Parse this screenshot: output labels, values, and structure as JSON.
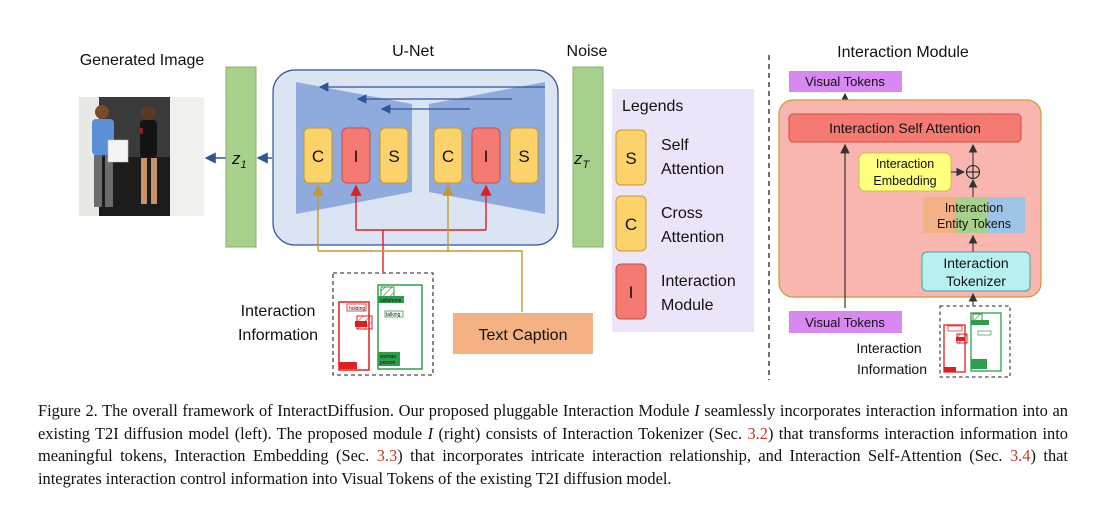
{
  "labels": {
    "generated_image": "Generated Image",
    "unet": "U-Net",
    "noise": "Noise",
    "z1": "z",
    "z1_sub": "1",
    "zt": "z",
    "zt_sub": "T",
    "interaction_information": [
      "Interaction",
      "Information"
    ],
    "text_caption": "Text Caption",
    "blocks": {
      "cross": "C",
      "interaction": "I",
      "self": "S"
    }
  },
  "legend": {
    "title": "Legends",
    "items": [
      {
        "symbol": "S",
        "text": [
          "Self",
          "Attention"
        ],
        "color": "#fcd26a"
      },
      {
        "symbol": "C",
        "text": [
          "Cross",
          "Attention"
        ],
        "color": "#fcd26a"
      },
      {
        "symbol": "I",
        "text": [
          "Interaction",
          "Module"
        ],
        "color": "#f47a72"
      }
    ]
  },
  "interaction_module": {
    "title": "Interaction Module",
    "visual_tokens_out": "Visual Tokens",
    "self_attention": "Interaction Self Attention",
    "embedding": [
      "Interaction",
      "Embedding"
    ],
    "entity_tokens": [
      "Interaction",
      "Entity Tokens"
    ],
    "tokenizer": [
      "Interaction",
      "Tokenizer"
    ],
    "visual_tokens_in": "Visual Tokens",
    "info": [
      "Interaction",
      "Information"
    ]
  },
  "info_box": {
    "subject": "holding",
    "object": "cellphone",
    "action": "talking",
    "subject2": "woman",
    "object2": "person"
  },
  "caption": {
    "label": "Figure 2.",
    "s1": " The overall framework of InteractDiffusion. Our proposed pluggable Interaction Module ",
    "i1": "I",
    "s2": " seamlessly incorporates interaction information into an existing T2I diffusion model (left). The proposed module ",
    "i2": "I",
    "s3": " (right) consists of Interaction Tokenizer (Sec. ",
    "r1": "3.2",
    "s4": ") that transforms interaction information into meaningful tokens, Interaction Embedding (Sec. ",
    "r2": "3.3",
    "s5": ") that incorporates intricate interaction relationship, and Interaction Self-Attention (Sec. ",
    "r3": "3.4",
    "s6": ") that integrates interaction control information into Visual Tokens of the existing T2I diffusion model."
  },
  "colors": {
    "green": "#a7d08c",
    "unet_bg": "#dbe4f3",
    "trapezoid": "#8faadc",
    "yellow": "#fcd26a",
    "red": "#f47a72",
    "legend_bg": "#ece4f9",
    "orange": "#f4b183",
    "purple": "#d788f2",
    "module_bg": "#f9b5b0"
  }
}
